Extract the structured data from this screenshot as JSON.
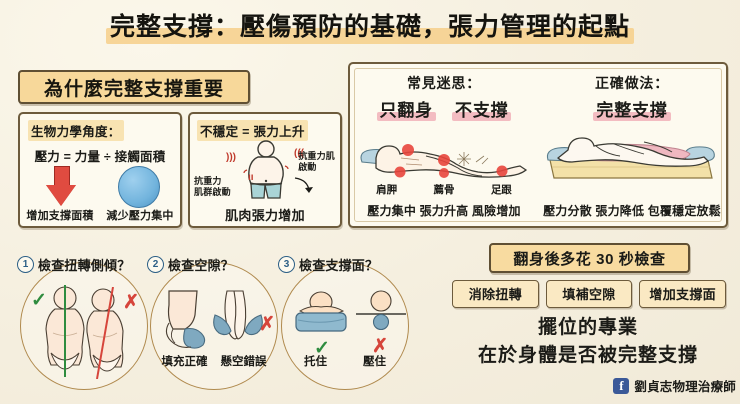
{
  "title": {
    "full": "完整支撐：壓傷預防的基礎，張力管理的起點"
  },
  "left": {
    "badge": "為什麼完整支撐重要",
    "biomechanics": {
      "heading": "生物力學角度：",
      "equation": "壓力 = 力量 ÷ 接觸面積",
      "arrow_icon": "red-down-arrow",
      "circle_icon": "blue-sphere",
      "label_left": "增加支撐面積",
      "label_right": "減少壓力集中"
    },
    "instability": {
      "heading": "不穩定 = 張力上升",
      "anno_left": "抗重力\n肌群啟動",
      "anno_left_line1": "抗重力",
      "anno_left_line2": "肌群啟動",
      "anno_right_line1": "抗重力肌",
      "anno_right_line2": "啟動",
      "caption": "肌肉張力增加"
    }
  },
  "panel": {
    "myth": {
      "kicker": "常見迷思：",
      "main_a": "只翻身",
      "main_b": "不支撐",
      "bone_labels": [
        "肩胛",
        "薦骨",
        "足跟"
      ],
      "caption": "壓力集中 張力升高 風險增加"
    },
    "correct": {
      "kicker": "正確做法：",
      "main": "完整支撐",
      "caption": "壓力分散 張力降低 包覆穩定放鬆"
    }
  },
  "checks": [
    {
      "num": "1",
      "title": "檢查扭轉側傾？",
      "good_mark": "✓",
      "bad_mark": "✗"
    },
    {
      "num": "2",
      "title": "檢查空隙？",
      "good_mark": "✓",
      "bad_mark": "✗",
      "label_good": "填充正確",
      "label_bad": "懸空錯誤"
    },
    {
      "num": "3",
      "title": "檢查支撐面？",
      "good_mark": "✓",
      "bad_mark": "✗",
      "label_good": "托住",
      "label_bad": "壓住"
    }
  ],
  "bottom_right": {
    "section_badge": "翻身後多花 30 秒檢查",
    "tags": [
      "消除扭轉",
      "填補空隙",
      "增加支撐面"
    ],
    "tagline_line1": "擺位的專業",
    "tagline_line2": "在於身體是否被完整支撐",
    "credit_icon": "facebook-icon",
    "credit_icon_glyph": "f",
    "credit_name": "劉貞志物理治療師"
  },
  "colors": {
    "background": "#f5efdf",
    "title_highlight": "#f6cf8a",
    "badge_fill": "#f7d89a",
    "tag_fill": "#fae9c3",
    "pink_highlight": "#f2b5bb",
    "ink": "#1b1b17",
    "box_border": "#6d5b3c",
    "check_green": "#2f8c3f",
    "cross_red": "#d6453b",
    "arrow_red": "#e04b40",
    "sphere_blue": "#72b4dd",
    "circle_outline": "#b08a4e",
    "facebook_blue": "#3b5998",
    "skin": "#f6e0cc",
    "pillow_blue": "#a9cbdd",
    "mattress": "#f2dfa8",
    "wedge_pink": "#efb8c0"
  }
}
